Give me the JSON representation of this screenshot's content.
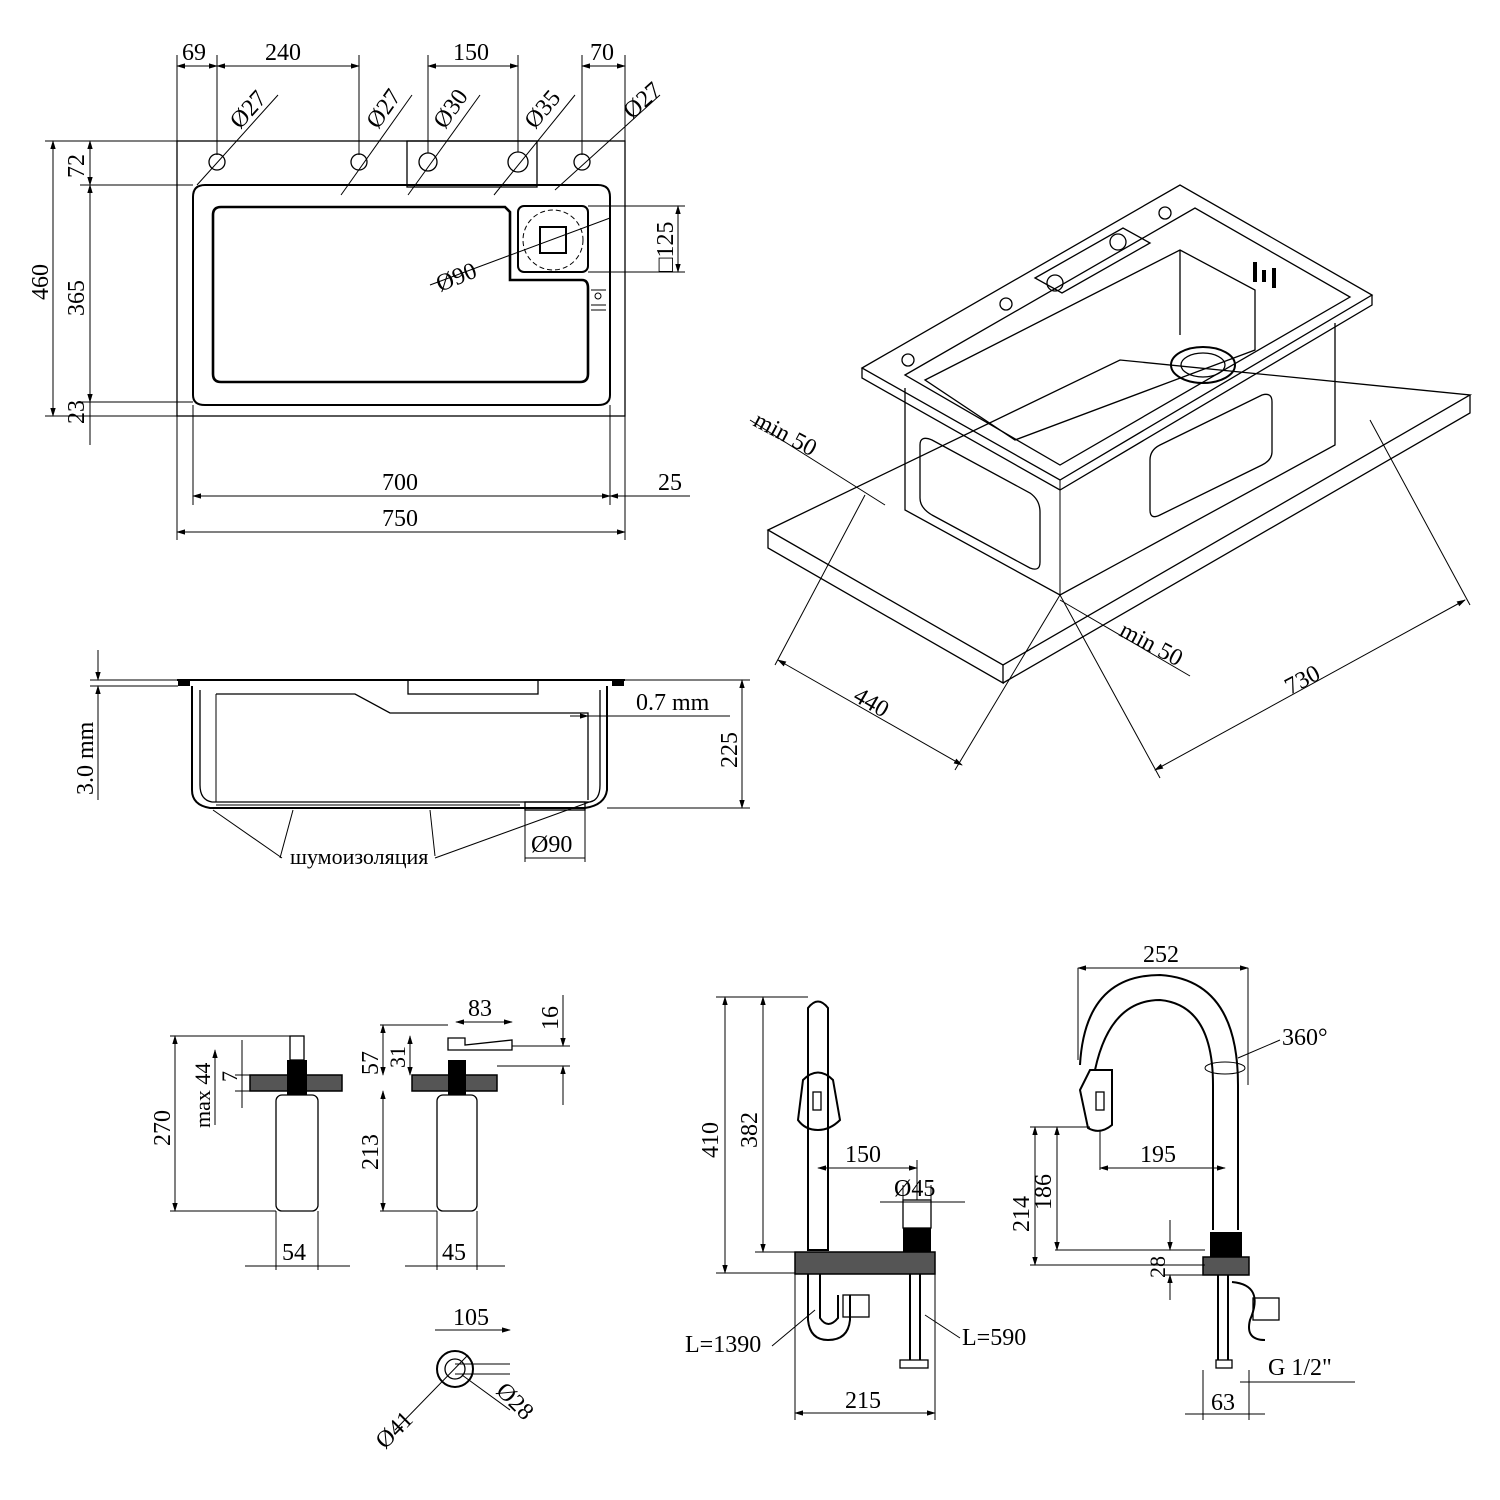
{
  "top_view": {
    "d69": "69",
    "d240": "240",
    "d150": "150",
    "d70": "70",
    "hole1": "Ø27",
    "hole2": "Ø27",
    "hole3": "Ø30",
    "hole4": "Ø35",
    "hole5": "Ø27",
    "d72": "72",
    "d460": "460",
    "d365": "365",
    "d23": "23",
    "d125": "□125",
    "drain": "Ø90",
    "d700": "700",
    "d25": "25",
    "d750": "750"
  },
  "side_view": {
    "d3mm": "3.0 mm",
    "d07": "0.7 mm",
    "d225": "225",
    "insulation": "шумоизоляция",
    "drain": "Ø90"
  },
  "iso_view": {
    "min_a": "min 50",
    "min_b": "min 50",
    "d440": "440",
    "d730": "730"
  },
  "dispenser": {
    "d270": "270",
    "dmax44": "max 44",
    "d7": "7",
    "d54": "54",
    "d57": "57",
    "d31": "31",
    "d213": "213",
    "d83": "83",
    "d16": "16",
    "d45": "45",
    "d105": "105",
    "d41": "Ø41",
    "d28": "Ø28"
  },
  "faucet_side": {
    "d410": "410",
    "d382": "382",
    "d150": "150",
    "d45": "Ø45",
    "l1390": "L=1390",
    "l590": "L=590",
    "d215": "215"
  },
  "faucet_front": {
    "d252": "252",
    "rot": "360°",
    "d214": "214",
    "d186": "186",
    "d195": "195",
    "d28": "28",
    "thread": "G 1/2\"",
    "d63": "63"
  }
}
